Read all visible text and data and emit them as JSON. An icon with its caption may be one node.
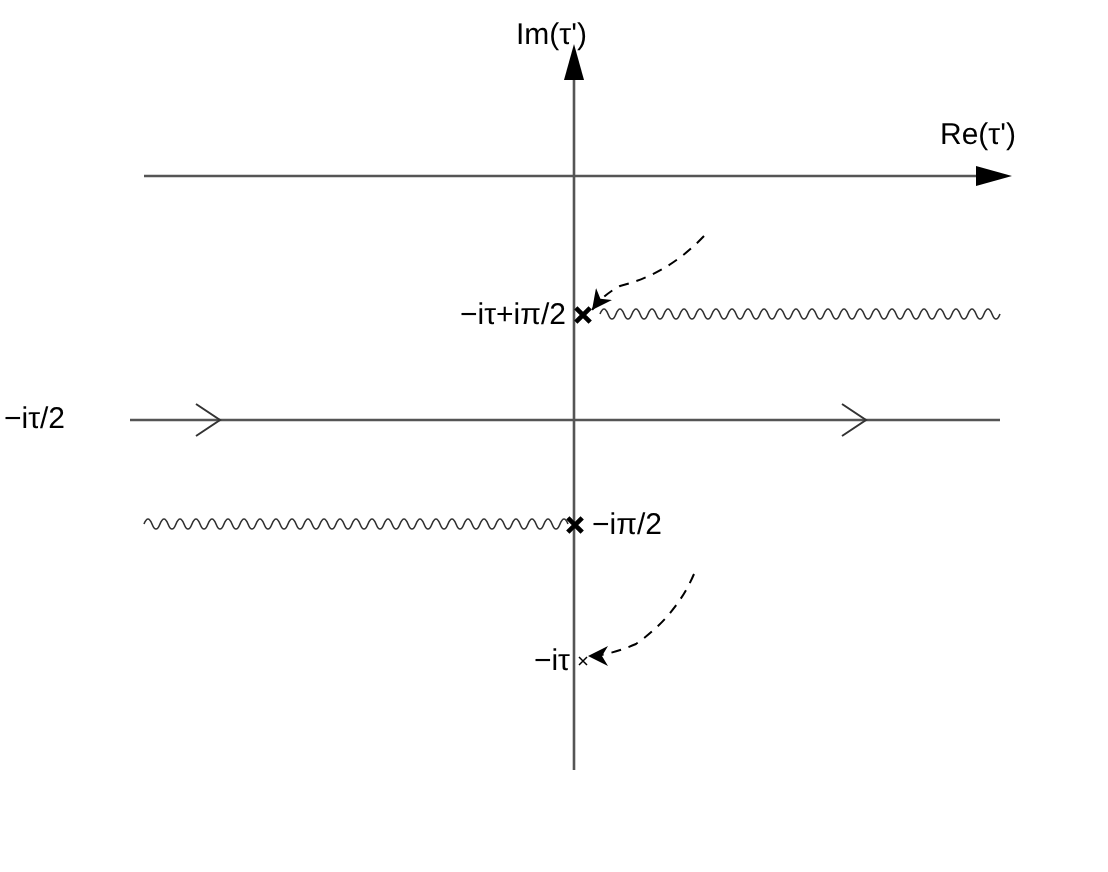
{
  "diagram": {
    "nodes": [
      {
        "text": [
          "−iτ+iπ/2"
        ]
      },
      {
        "text": [
          "−iπ/2"
        ]
      },
      {
        "text": [
          "−iτ"
        ]
      }
    ],
    "edges": [
      {
        "from": null,
        "to": 0,
        "arrow": "to",
        "style": "dashed"
      },
      {
        "from": null,
        "to": 2,
        "arrow": "to",
        "style": "dashed"
      }
    ],
    "labels": [
      "Im(τ')",
      "Re(τ')",
      "−iτ/2"
    ]
  }
}
